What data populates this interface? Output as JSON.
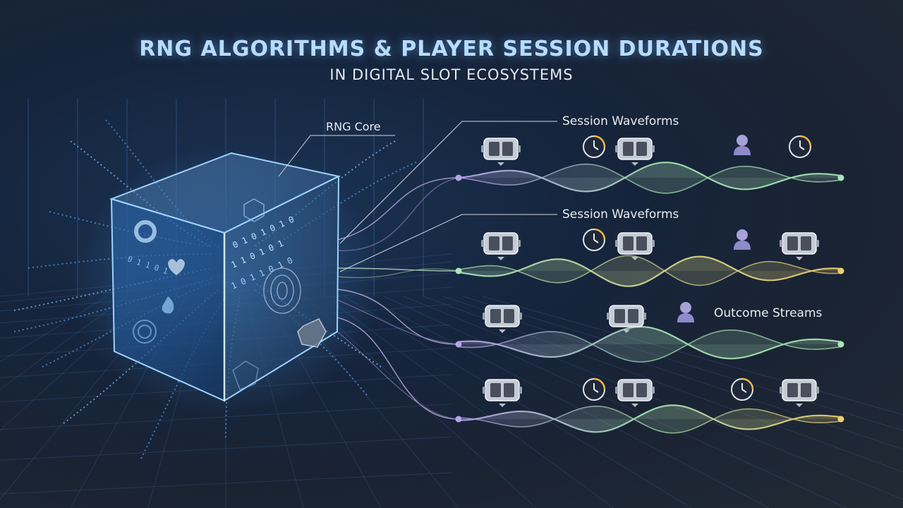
{
  "header": {
    "title": "RNG ALGORITHMS & PLAYER SESSION DURATIONS",
    "subtitle": "IN DIGITAL SLOT ECOSYSTEMS"
  },
  "labels": {
    "rng_core": "RNG Core",
    "session_waveforms_1": "Session Waveforms",
    "session_waveforms_2": "Session Waveforms",
    "outcome_streams": "Outcome Streams"
  },
  "cube": {
    "binary_rows": [
      "0 1 0 1 0 1 0",
      "1 1 0 1 0 1",
      "1 0 1 1 0 1 0",
      "0 1 1 0 1"
    ]
  },
  "colors": {
    "accent": "#6fb8ff",
    "wave_violet": "#b9a2ea",
    "wave_green": "#a9e6b8",
    "wave_amber": "#f0cf6e"
  }
}
